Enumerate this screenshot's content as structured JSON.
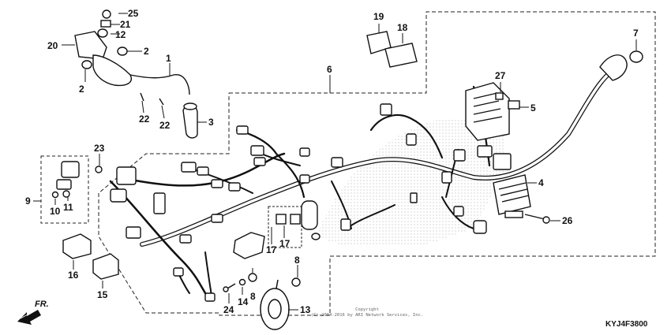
{
  "diagram": {
    "direction_label": "FR.",
    "copyright_lines": [
      "Copyright",
      "(C) 2004-2016 by ARI Network Services, Inc."
    ],
    "diagram_code": "KYJ4F3800",
    "callouts": [
      "25",
      "21",
      "12",
      "20",
      "2",
      "2",
      "1",
      "22",
      "22",
      "3",
      "19",
      "18",
      "6",
      "7",
      "27",
      "5",
      "4",
      "26",
      "23",
      "9",
      "10",
      "11",
      "16",
      "15",
      "17",
      "17",
      "8",
      "8",
      "14",
      "24",
      "13"
    ]
  }
}
